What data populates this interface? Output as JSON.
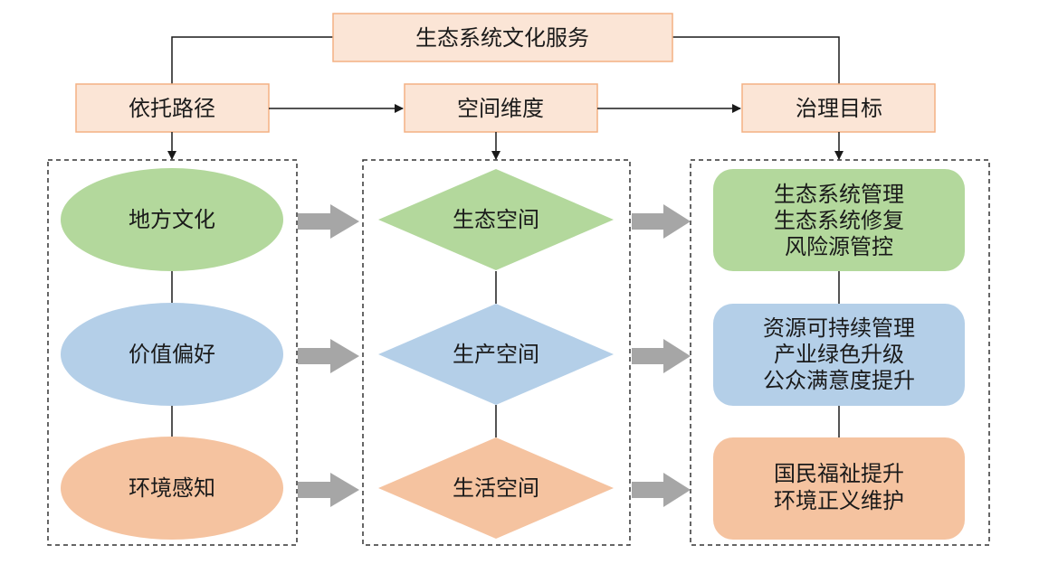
{
  "colors": {
    "header_fill": "#fbe5d6",
    "header_stroke": "#f4b183",
    "green": "#b3d89c",
    "blue": "#b4cfe8",
    "orange": "#f5c3a0",
    "arrow_gray": "#a6a6a6",
    "line": "#1a1a1a"
  },
  "top": {
    "label": "生态系统文化服务"
  },
  "headers": [
    {
      "label": "依托路径"
    },
    {
      "label": "空间维度"
    },
    {
      "label": "治理目标"
    }
  ],
  "pathways": [
    {
      "label": "地方文化",
      "color": "green"
    },
    {
      "label": "价值偏好",
      "color": "blue"
    },
    {
      "label": "环境感知",
      "color": "orange"
    }
  ],
  "spaces": [
    {
      "label": "生态空间",
      "color": "green"
    },
    {
      "label": "生产空间",
      "color": "blue"
    },
    {
      "label": "生活空间",
      "color": "orange"
    }
  ],
  "goals": [
    {
      "lines": [
        "生态系统管理",
        "生态系统修复",
        "风险源管控"
      ],
      "color": "green"
    },
    {
      "lines": [
        "资源可持续管理",
        "产业绿色升级",
        "公众满意度提升"
      ],
      "color": "blue"
    },
    {
      "lines": [
        "国民福祉提升",
        "环境正义维护"
      ],
      "color": "orange"
    }
  ]
}
